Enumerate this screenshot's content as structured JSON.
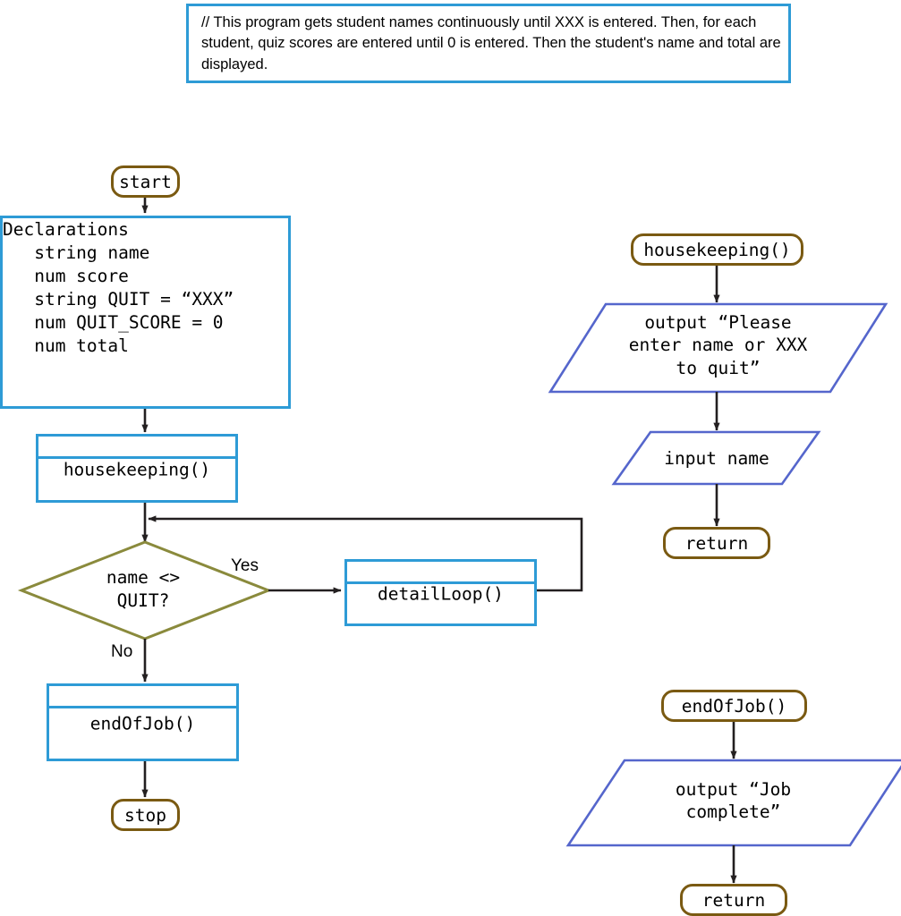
{
  "title": "Student Quiz Scores Program Flowchart",
  "colors": {
    "module_blue": "#2e9bd6",
    "terminal_brown": "#7a5a12",
    "decision_olive": "#8a8a3c",
    "io_blue": "#5566cc",
    "connector_black": "#231f20"
  },
  "comment": {
    "text": "// This program gets student names continuously until XXX is entered. Then, for each student, quiz scores are entered until 0 is entered. Then the student's name and total are displayed."
  },
  "main_flow": {
    "start_label": "start",
    "declarations": "Declarations\n   string name\n   num score\n   string QUIT = “XXX”\n   num QUIT_SCORE = 0\n   num total",
    "housekeeping_module": "housekeeping()",
    "decision": "name <>\nQUIT?",
    "yes_label": "Yes",
    "no_label": "No",
    "detail_loop_module": "detailLoop()",
    "end_of_job_module": "endOfJob()",
    "stop_label": "stop"
  },
  "housekeeping_module_flow": {
    "header_label": "housekeeping()",
    "output_prompt": "output “Please\nenter name or\nXXX to quit”",
    "input_name": "input name",
    "return_label": "return"
  },
  "end_of_job_module_flow": {
    "header_label": "endOfJob()",
    "output_complete": "output “Job\ncomplete”",
    "return_label": "return"
  },
  "chart_data": {
    "type": "diagram",
    "diagram_kind": "flowchart",
    "nodes": [
      {
        "id": "comment",
        "shape": "rectangle",
        "text": "// This program gets student names continuously until XXX is entered. Then, for each student, quiz scores are entered until 0 is entered. Then the student's name and total are displayed.",
        "color": "#2e9bd6"
      },
      {
        "id": "start",
        "shape": "terminal",
        "text": "start",
        "color": "#7a5a12"
      },
      {
        "id": "declarations",
        "shape": "rectangle",
        "text": "Declarations string name num score string QUIT = XXX num QUIT_SCORE = 0 num total",
        "color": "#2e9bd6"
      },
      {
        "id": "housekeeping_call",
        "shape": "module",
        "text": "housekeeping()",
        "color": "#2e9bd6"
      },
      {
        "id": "decision",
        "shape": "diamond",
        "text": "name <> QUIT?",
        "color": "#8a8a3c"
      },
      {
        "id": "detail_loop_call",
        "shape": "module",
        "text": "detailLoop()",
        "color": "#2e9bd6"
      },
      {
        "id": "end_of_job_call",
        "shape": "module",
        "text": "endOfJob()",
        "color": "#2e9bd6"
      },
      {
        "id": "stop",
        "shape": "terminal",
        "text": "stop",
        "color": "#7a5a12"
      },
      {
        "id": "hk_header",
        "shape": "terminal",
        "text": "housekeeping()",
        "color": "#7a5a12"
      },
      {
        "id": "hk_output",
        "shape": "parallelogram",
        "text": "output “Please enter name or XXX to quit”",
        "color": "#5566cc"
      },
      {
        "id": "hk_input",
        "shape": "parallelogram",
        "text": "input name",
        "color": "#5566cc"
      },
      {
        "id": "hk_return",
        "shape": "terminal",
        "text": "return",
        "color": "#7a5a12"
      },
      {
        "id": "eoj_header",
        "shape": "terminal",
        "text": "endOfJob()",
        "color": "#7a5a12"
      },
      {
        "id": "eoj_output",
        "shape": "parallelogram",
        "text": "output “Job complete”",
        "color": "#5566cc"
      },
      {
        "id": "eoj_return",
        "shape": "terminal",
        "text": "return",
        "color": "#7a5a12"
      }
    ],
    "edges": [
      {
        "from": "start",
        "to": "declarations",
        "label": ""
      },
      {
        "from": "declarations",
        "to": "housekeeping_call",
        "label": ""
      },
      {
        "from": "housekeeping_call",
        "to": "decision",
        "label": ""
      },
      {
        "from": "decision",
        "to": "detail_loop_call",
        "label": "Yes"
      },
      {
        "from": "detail_loop_call",
        "to": "decision",
        "label": ""
      },
      {
        "from": "decision",
        "to": "end_of_job_call",
        "label": "No"
      },
      {
        "from": "end_of_job_call",
        "to": "stop",
        "label": ""
      },
      {
        "from": "hk_header",
        "to": "hk_output",
        "label": ""
      },
      {
        "from": "hk_output",
        "to": "hk_input",
        "label": ""
      },
      {
        "from": "hk_input",
        "to": "hk_return",
        "label": ""
      },
      {
        "from": "eoj_header",
        "to": "eoj_output",
        "label": ""
      },
      {
        "from": "eoj_output",
        "to": "eoj_return",
        "label": ""
      }
    ]
  }
}
